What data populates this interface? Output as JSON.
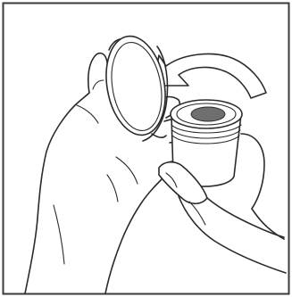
{
  "illustration": {
    "type": "instruction-diagram",
    "colors": {
      "line": "#2b2b2b",
      "background": "#ffffff",
      "filter_dark": "#6f6f6f",
      "frame": "#3a3a3a"
    },
    "parts": [
      "left-hand",
      "right-hand",
      "filter-lid",
      "capsule-cup",
      "rotation-arrow"
    ]
  }
}
